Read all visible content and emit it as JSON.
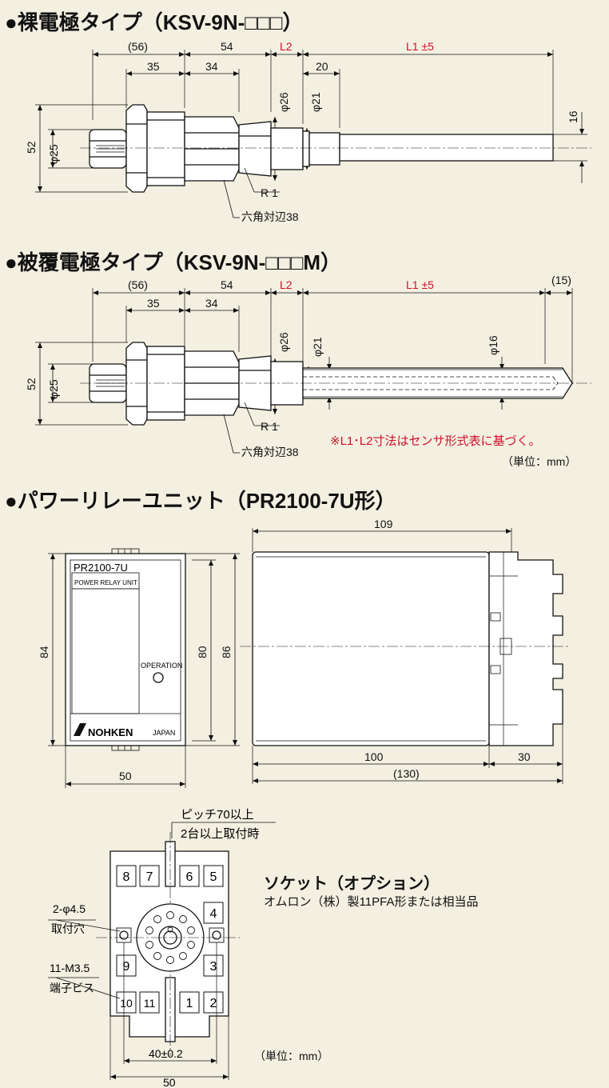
{
  "titles": {
    "bare": "●裸電極タイプ（KSV-9N-□□□）",
    "coated": "●被覆電極タイプ（KSV-9N-□□□M）",
    "relay": "●パワーリレーユニット（PR2100-7U形）"
  },
  "bare_dims": {
    "d56": "(56)",
    "d54": "54",
    "dL2": "L2",
    "dL1": "L1 ±5",
    "d35": "35",
    "d34": "34",
    "d20": "20",
    "phi26": "φ26",
    "phi21": "φ21",
    "phi25": "φ25",
    "d52": "52",
    "d16": "16",
    "r1": "R 1",
    "hex": "六角対辺38"
  },
  "coated_dims": {
    "d56": "(56)",
    "d54": "54",
    "dL2": "L2",
    "dL1": "L1 ±5",
    "d15": "(15)",
    "d35": "35",
    "d34": "34",
    "phi26": "φ26",
    "phi21": "φ21",
    "phi16": "φ16",
    "phi25": "φ25",
    "d52": "52",
    "r1": "R 1",
    "hex": "六角対辺38"
  },
  "note": "※L1･L2寸法はセンサ形式表に基づく。",
  "unit_label": "（単位：mm）",
  "relay": {
    "model": "PR2100-7U",
    "subtitle": "POWER RELAY UNIT",
    "operation": "OPERATION",
    "brand": "NOHKEN",
    "origin": "JAPAN",
    "d84": "84",
    "d80": "80",
    "d86": "86",
    "d50": "50",
    "d109": "109",
    "d100": "100",
    "d30": "30",
    "d130": "(130)"
  },
  "socket": {
    "pitch1": "ピッチ70以上",
    "pitch2": "2台以上取付時",
    "hole1": "2-φ4.5",
    "hole2": "取付穴",
    "screw1": "11-M3.5",
    "screw2": "端子ビス",
    "d40": "40±0.2",
    "d50": "50",
    "terminals": [
      "8",
      "7",
      "6",
      "5",
      "4",
      "3",
      "2",
      "1",
      "11",
      "10",
      "9"
    ],
    "title": "ソケット（オプション）",
    "desc": "オムロン（株）製11PFA形または相当品"
  },
  "unit_label2": "（単位：mm）"
}
